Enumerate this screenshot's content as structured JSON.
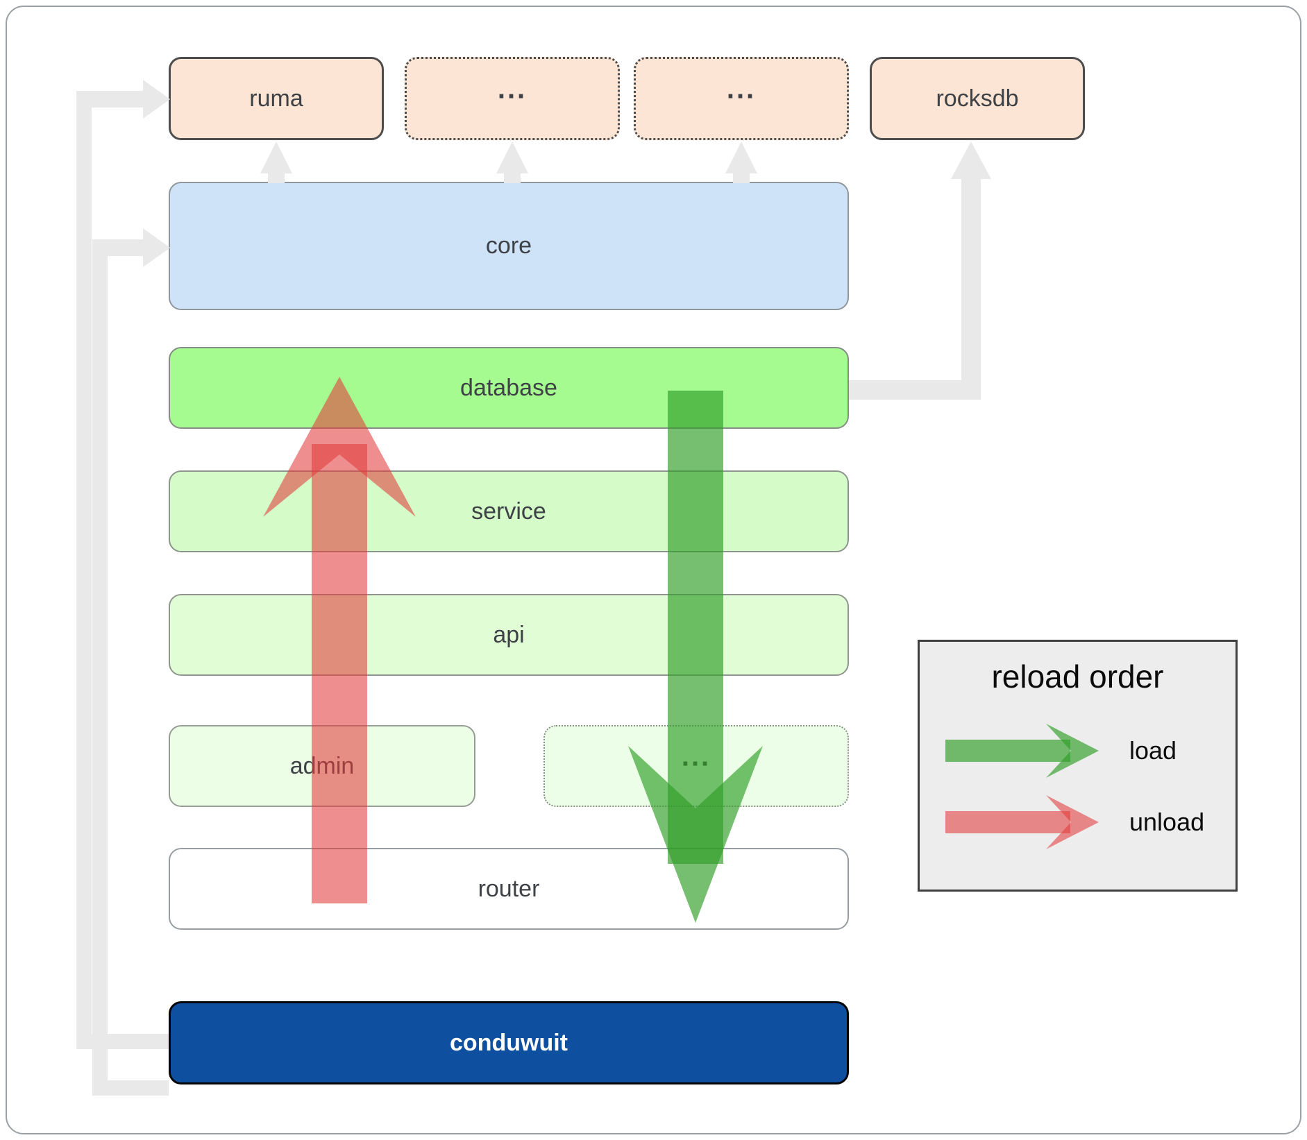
{
  "diagram": {
    "top_row": [
      {
        "label": "ruma",
        "style": "solid"
      },
      {
        "label": "...",
        "style": "dotted"
      },
      {
        "label": "...",
        "style": "dotted"
      },
      {
        "label": "rocksdb",
        "style": "solid"
      }
    ],
    "layers": {
      "core": {
        "label": "core"
      },
      "database": {
        "label": "database"
      },
      "service": {
        "label": "service"
      },
      "api": {
        "label": "api"
      },
      "admin": {
        "label": "admin"
      },
      "admin_more": {
        "label": "..."
      },
      "router": {
        "label": "router"
      },
      "conduwuit": {
        "label": "conduwuit"
      }
    }
  },
  "legend": {
    "title": "reload order",
    "items": [
      {
        "label": "load",
        "color": "#2f9e28",
        "direction": "down"
      },
      {
        "label": "unload",
        "color": "#e23c3c",
        "direction": "up"
      }
    ]
  },
  "colors": {
    "peach_box": "#fce5d4",
    "core_blue": "#cfe3f8",
    "database_green": "#a5fb8f",
    "service_green": "#d5fcc8",
    "api_green": "#e0fdd5",
    "admin_green": "#ecfee6",
    "router_white": "#ffffff",
    "conduwuit_blue": "#0f4f9f",
    "connector_gray": "#e9e9e9",
    "load_arrow_green": "#2f9e28",
    "unload_arrow_red": "#e23c3c",
    "legend_background": "#ededed"
  }
}
